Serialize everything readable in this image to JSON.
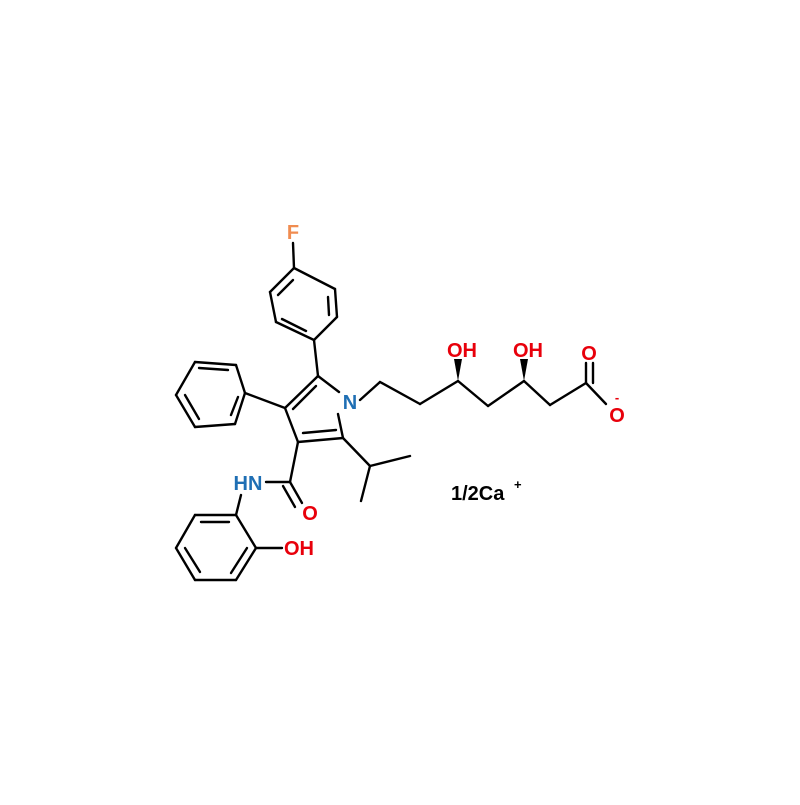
{
  "molecule": {
    "atoms": {
      "fluorine": "F",
      "pyrrole_nitrogen": "N",
      "hydroxyl_1": "OH",
      "hydroxyl_2": "OH",
      "carbonyl_oxygen_acid": "O",
      "carboxylate_oxygen": "O",
      "carboxylate_charge": "-",
      "amide_nh": "HN",
      "amide_oxygen": "O",
      "phenol_hydroxyl": "OH"
    },
    "counterion": {
      "text": "1/2Ca",
      "charge": "+"
    }
  },
  "colors": {
    "bond": "#000000",
    "oxygen": "#e8000b",
    "nitrogen": "#1f6fb4",
    "fluorine": "#f08c50",
    "text": "#000000"
  }
}
